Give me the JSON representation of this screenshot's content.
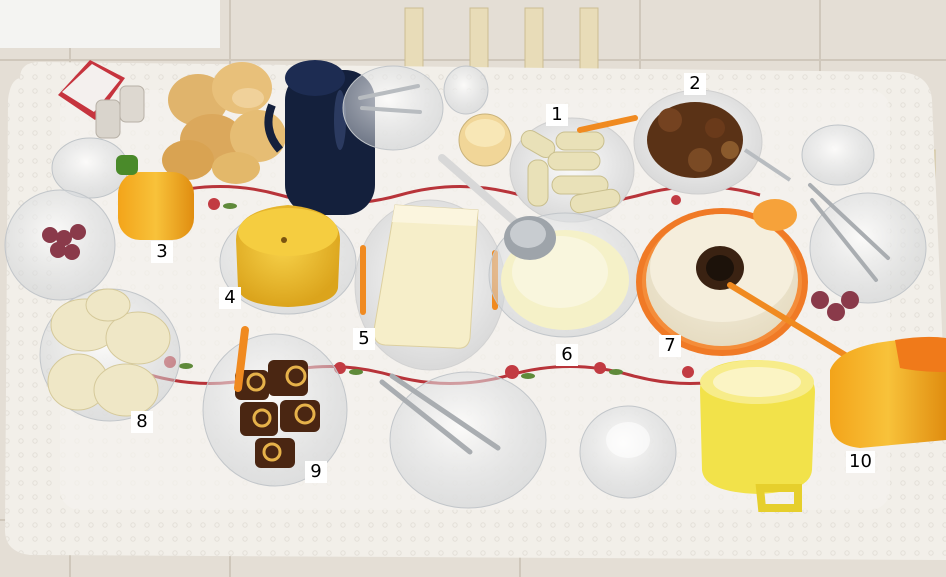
{
  "labels": [
    "1",
    "2",
    "3",
    "4",
    "5",
    "6",
    "7",
    "8",
    "9",
    "10"
  ],
  "colors": {
    "tablecloth": "#f2efe9",
    "floor": "#e4ded5",
    "embroidery_red": "#b8343a",
    "embroidery_green": "#5f8a3a",
    "orange_accent": "#f08a20",
    "cake_yellow": "#f2c12e",
    "cheese": "#f6eec9",
    "thermos": "#14203c",
    "bread": "#e0b46c",
    "meat_brown": "#5a3216"
  }
}
